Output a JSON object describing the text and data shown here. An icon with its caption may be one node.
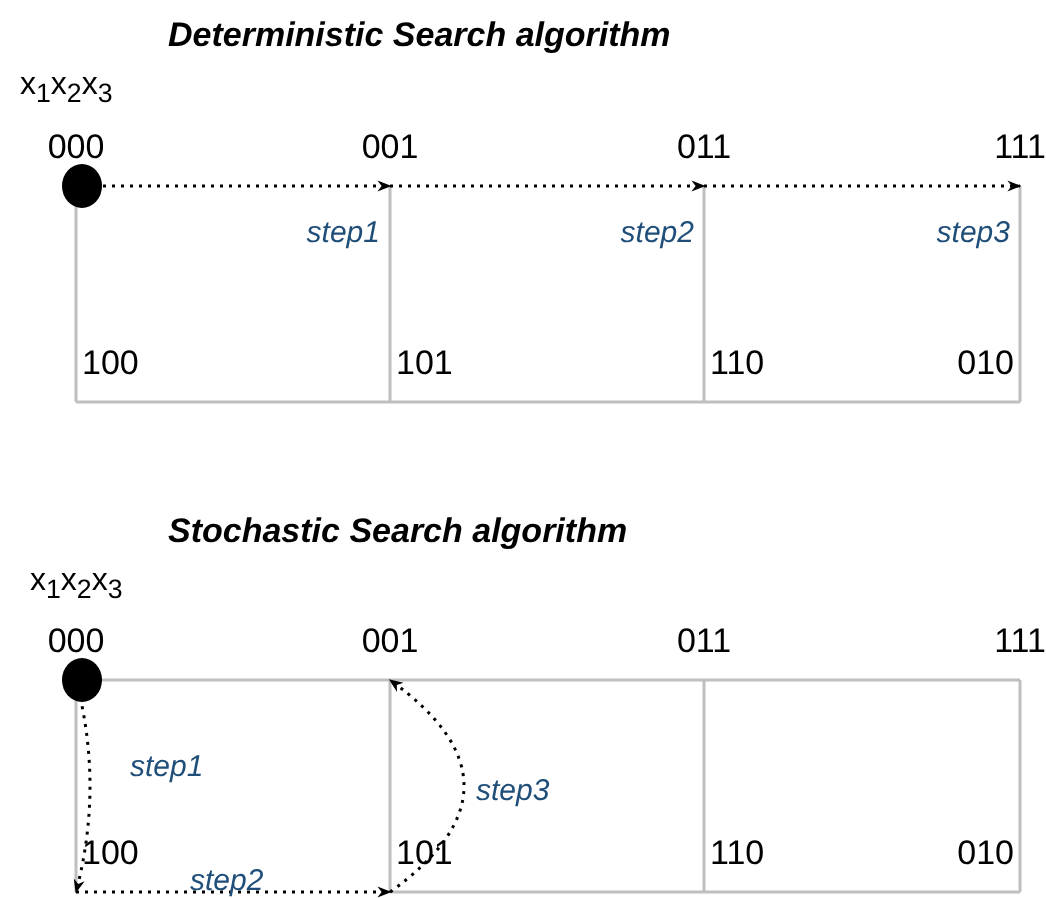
{
  "diagram": {
    "nodes": [
      {
        "text": [
          "000"
        ]
      },
      {
        "text": [
          "001"
        ]
      },
      {
        "text": [
          "011"
        ]
      },
      {
        "text": [
          "111"
        ]
      },
      {
        "text": [
          "100"
        ]
      },
      {
        "text": [
          "101"
        ]
      },
      {
        "text": [
          "110"
        ]
      },
      {
        "text": [
          "010"
        ]
      },
      {
        "text": [
          "000"
        ]
      },
      {
        "text": [
          "001"
        ]
      },
      {
        "text": [
          "011"
        ]
      },
      {
        "text": [
          "111"
        ]
      },
      {
        "text": [
          "100"
        ]
      },
      {
        "text": [
          "101"
        ]
      },
      {
        "text": [
          "110"
        ]
      },
      {
        "text": [
          "010"
        ]
      }
    ],
    "edges": [
      {
        "from": 0,
        "to": 4,
        "arrow": "none"
      },
      {
        "from": 1,
        "to": 5,
        "arrow": "none"
      },
      {
        "from": 2,
        "to": 6,
        "arrow": "none"
      },
      {
        "from": 3,
        "to": 7,
        "arrow": "none"
      },
      {
        "from": 4,
        "to": 5,
        "arrow": "none"
      },
      {
        "from": 5,
        "to": 6,
        "arrow": "none"
      },
      {
        "from": 6,
        "to": 7,
        "arrow": "none"
      },
      {
        "from": 0,
        "to": 1,
        "arrow": "to",
        "label": "step1",
        "style": "dashed",
        "color": "#000000"
      },
      {
        "from": 1,
        "to": 2,
        "arrow": "to",
        "label": "step2",
        "style": "dashed",
        "color": "#000000"
      },
      {
        "from": 2,
        "to": 3,
        "arrow": "to",
        "label": "step3",
        "style": "dashed",
        "color": "#000000"
      },
      {
        "from": 8,
        "to": 9,
        "arrow": "none"
      },
      {
        "from": 9,
        "to": 10,
        "arrow": "none"
      },
      {
        "from": 10,
        "to": 11,
        "arrow": "none"
      },
      {
        "from": 8,
        "to": 12,
        "arrow": "none"
      },
      {
        "from": 9,
        "to": 13,
        "arrow": "none"
      },
      {
        "from": 10,
        "to": 14,
        "arrow": "none"
      },
      {
        "from": 11,
        "to": 15,
        "arrow": "none"
      },
      {
        "from": 13,
        "to": 14,
        "arrow": "none"
      },
      {
        "from": 14,
        "to": 15,
        "arrow": "none"
      },
      {
        "from": 8,
        "to": 12,
        "arrow": "to",
        "label": "step1",
        "style": "dashed",
        "color": "#000000"
      },
      {
        "from": 12,
        "to": 13,
        "arrow": "to",
        "label": "step2",
        "style": "dashed",
        "color": "#000000"
      },
      {
        "from": 13,
        "to": 9,
        "arrow": "to",
        "label": "step3",
        "style": "dashed",
        "color": "#000000"
      }
    ],
    "labels": [
      "Deterministic Search algorithm",
      "x$_{1}$x$_{2}$x$_{3}$",
      "Stochastic Search algorithm",
      "x$_{1}$x$_{2}$x$_{3}$"
    ]
  }
}
